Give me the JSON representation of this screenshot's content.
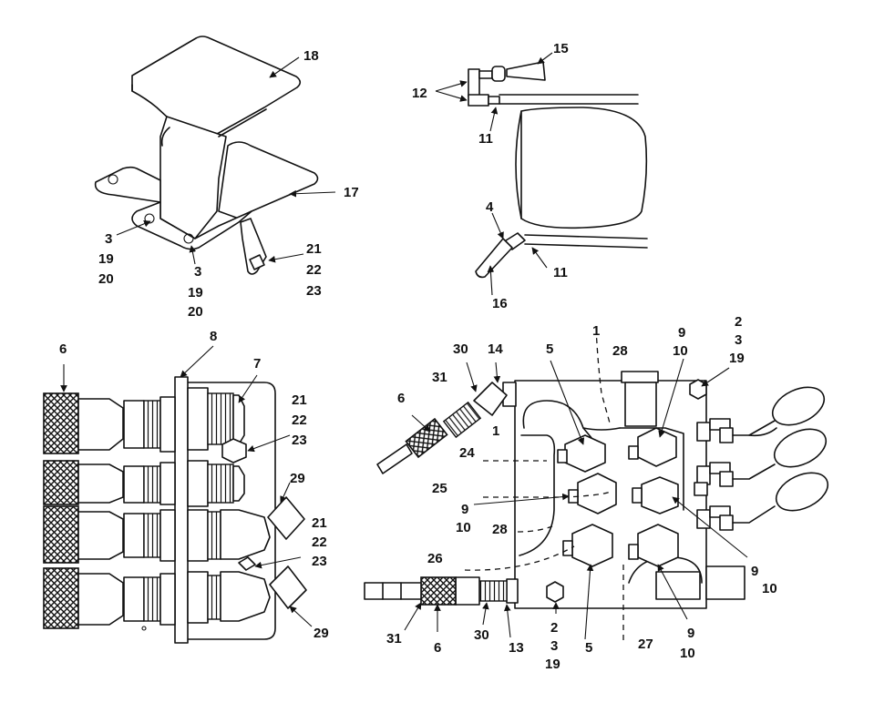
{
  "callouts": {
    "bracket": [
      {
        "id": "c18",
        "text": "18"
      },
      {
        "id": "c17",
        "text": "17"
      },
      {
        "id": "c3a",
        "text": "3"
      },
      {
        "id": "c19a",
        "text": "19"
      },
      {
        "id": "c20a",
        "text": "20"
      },
      {
        "id": "c3b",
        "text": "3"
      },
      {
        "id": "c19b",
        "text": "19"
      },
      {
        "id": "c20b",
        "text": "20"
      },
      {
        "id": "c21a",
        "text": "21"
      },
      {
        "id": "c22a",
        "text": "22"
      },
      {
        "id": "c23a",
        "text": "23"
      }
    ],
    "reservoir": [
      {
        "id": "c15",
        "text": "15"
      },
      {
        "id": "c12",
        "text": "12"
      },
      {
        "id": "c11a",
        "text": "11"
      },
      {
        "id": "c4",
        "text": "4"
      },
      {
        "id": "c16",
        "text": "16"
      },
      {
        "id": "c11b",
        "text": "11"
      }
    ],
    "couplers": [
      {
        "id": "c6a",
        "text": "6"
      },
      {
        "id": "c8",
        "text": "8"
      },
      {
        "id": "c7",
        "text": "7"
      },
      {
        "id": "c21b",
        "text": "21"
      },
      {
        "id": "c22b",
        "text": "22"
      },
      {
        "id": "c23b",
        "text": "23"
      },
      {
        "id": "c29a",
        "text": "29"
      },
      {
        "id": "c21c",
        "text": "21"
      },
      {
        "id": "c22c",
        "text": "22"
      },
      {
        "id": "c23c",
        "text": "23"
      },
      {
        "id": "c29b",
        "text": "29"
      }
    ],
    "valve": [
      {
        "id": "c30a",
        "text": "30"
      },
      {
        "id": "c14",
        "text": "14"
      },
      {
        "id": "c5a",
        "text": "5"
      },
      {
        "id": "c1a",
        "text": "1"
      },
      {
        "id": "c28a",
        "text": "28"
      },
      {
        "id": "c9a",
        "text": "9"
      },
      {
        "id": "c10a",
        "text": "10"
      },
      {
        "id": "c2a",
        "text": "2"
      },
      {
        "id": "c3c",
        "text": "3"
      },
      {
        "id": "c19c",
        "text": "19"
      },
      {
        "id": "c31a",
        "text": "31"
      },
      {
        "id": "c6b",
        "text": "6"
      },
      {
        "id": "c1b",
        "text": "1"
      },
      {
        "id": "c24",
        "text": "24"
      },
      {
        "id": "c25",
        "text": "25"
      },
      {
        "id": "c9b",
        "text": "9"
      },
      {
        "id": "c10b",
        "text": "10"
      },
      {
        "id": "c28b",
        "text": "28"
      },
      {
        "id": "c26",
        "text": "26"
      },
      {
        "id": "c9c",
        "text": "9"
      },
      {
        "id": "c10c",
        "text": "10"
      },
      {
        "id": "c31b",
        "text": "31"
      },
      {
        "id": "c6c",
        "text": "6"
      },
      {
        "id": "c30b",
        "text": "30"
      },
      {
        "id": "c13",
        "text": "13"
      },
      {
        "id": "c2b",
        "text": "2"
      },
      {
        "id": "c3d",
        "text": "3"
      },
      {
        "id": "c19d",
        "text": "19"
      },
      {
        "id": "c5b",
        "text": "5"
      },
      {
        "id": "c27",
        "text": "27"
      },
      {
        "id": "c9d",
        "text": "9"
      },
      {
        "id": "c10d",
        "text": "10"
      }
    ]
  }
}
